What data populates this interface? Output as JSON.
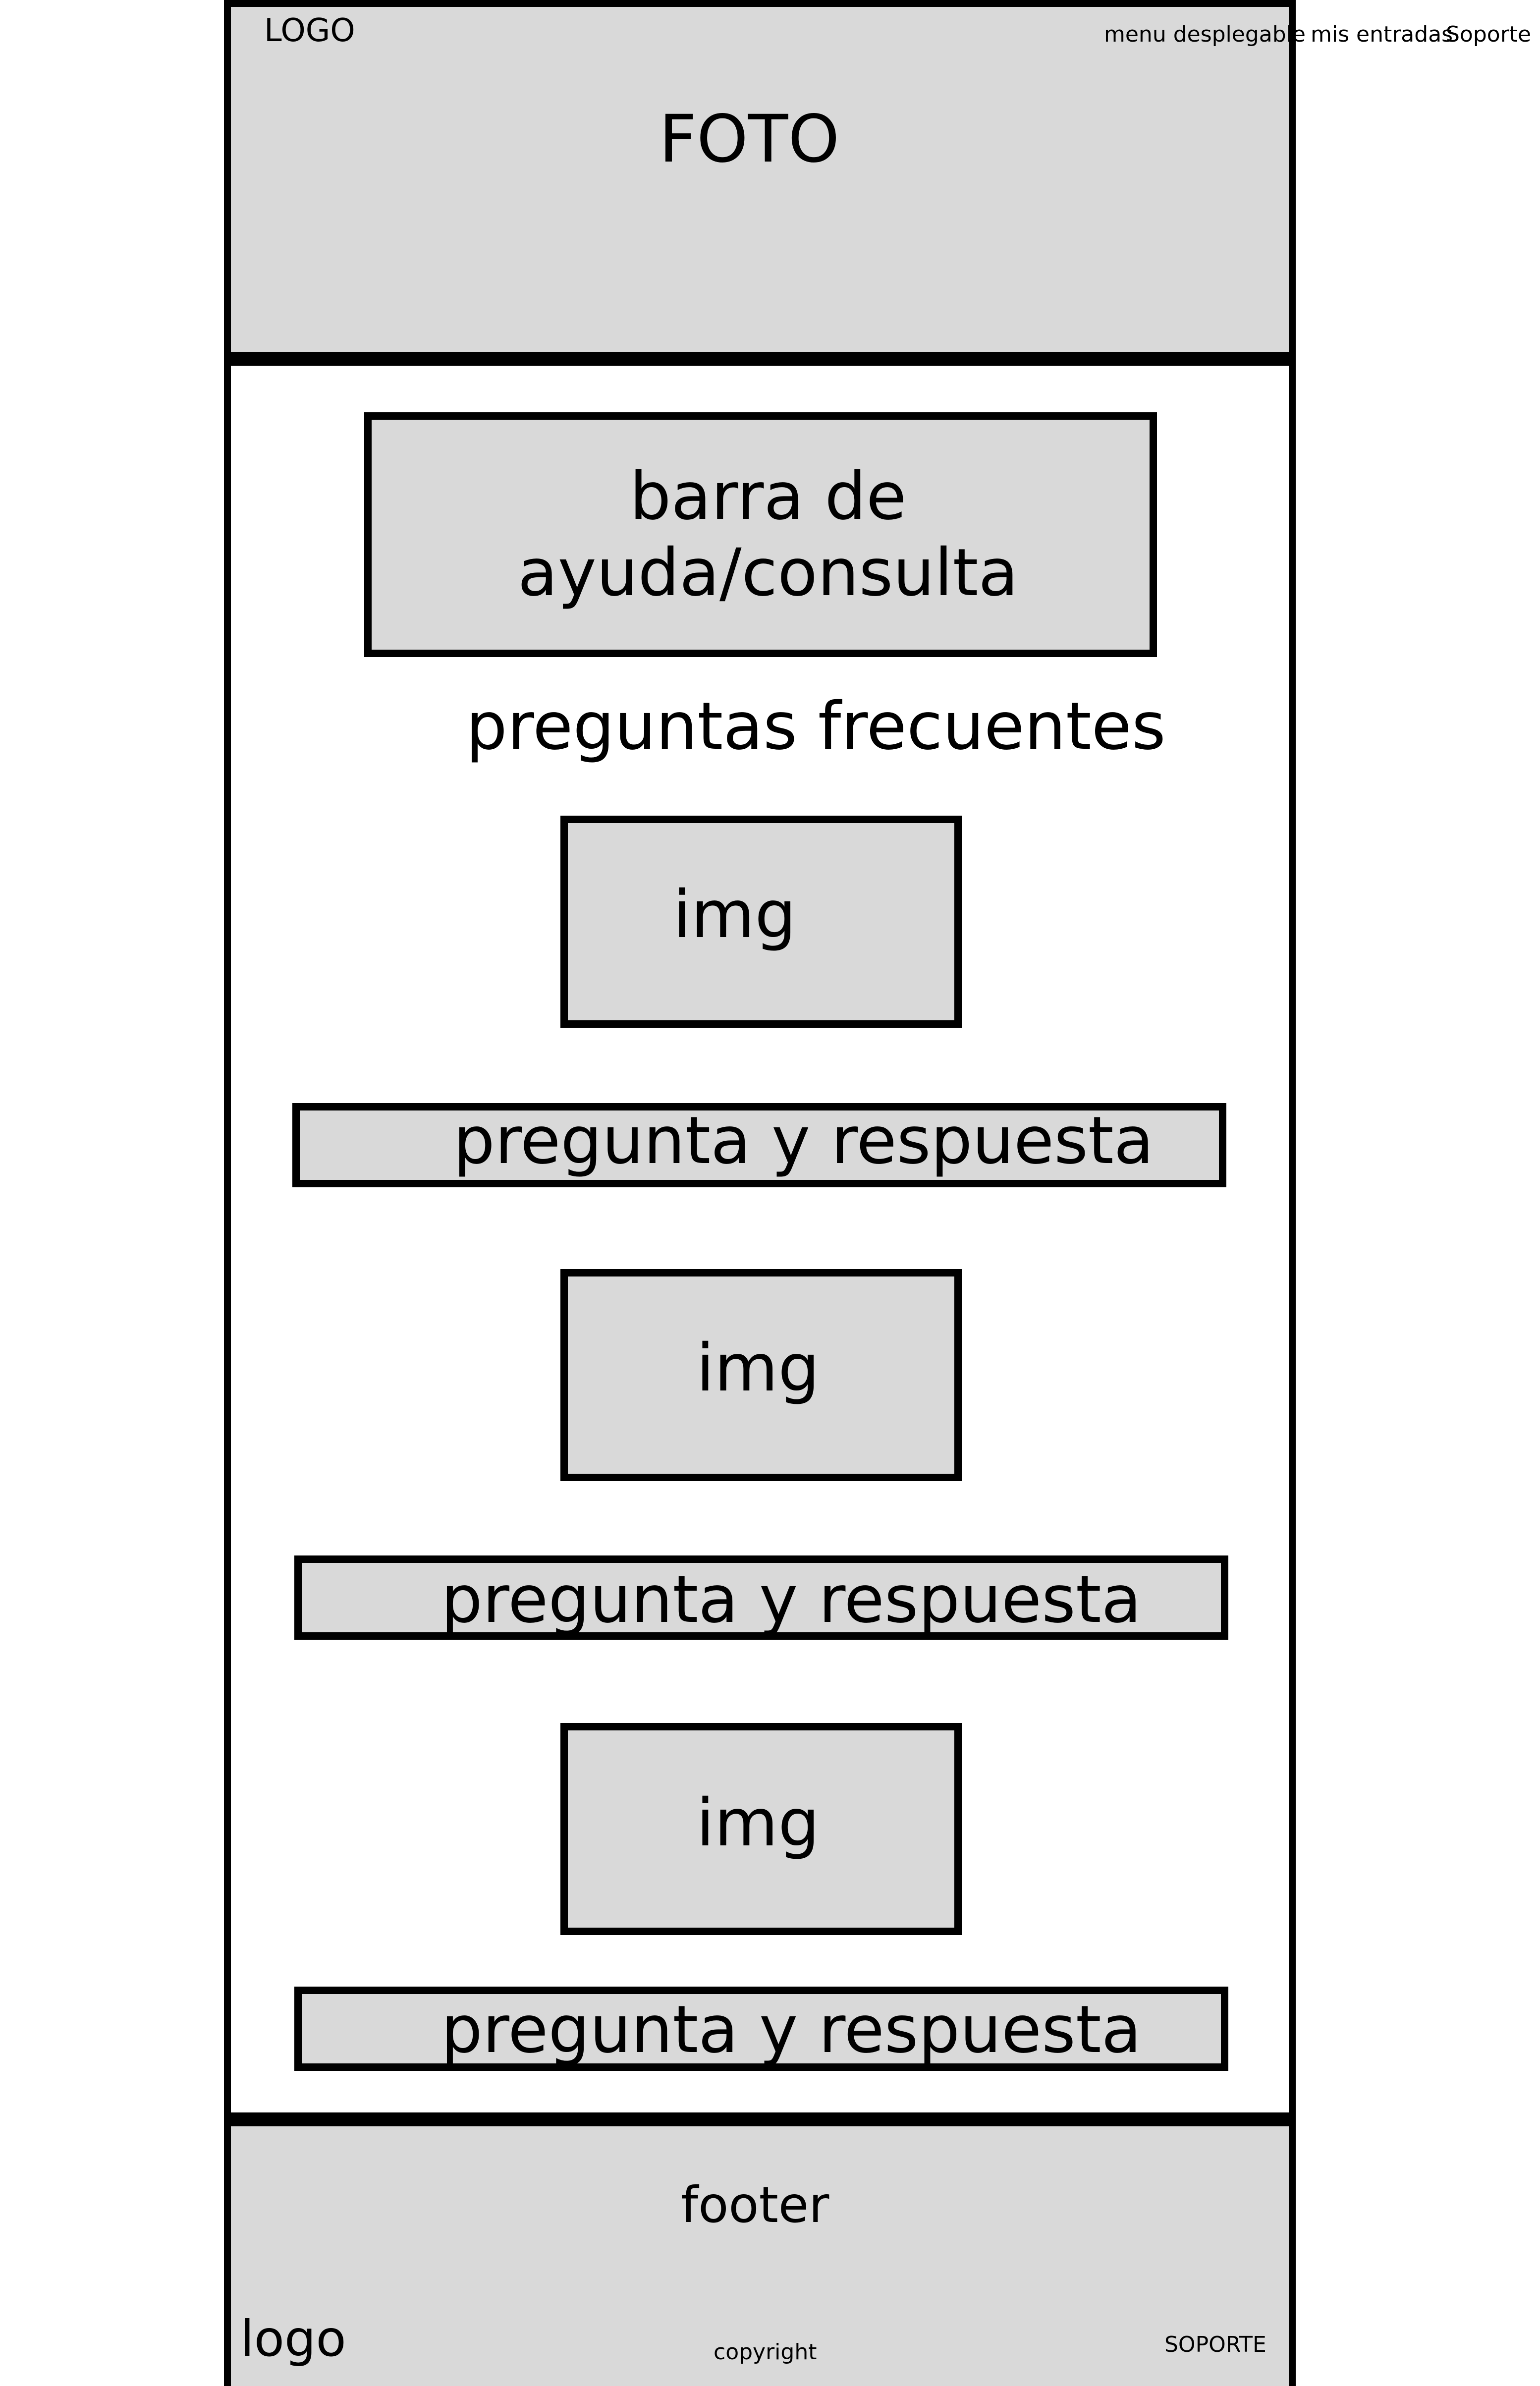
{
  "header": {
    "logo_label": "LOGO",
    "photo_label": "FOTO",
    "nav": {
      "menu": "menu desplegable",
      "entries": "mis entradas",
      "support": "Soporte"
    }
  },
  "main": {
    "help_bar_label_line1": "barra de",
    "help_bar_label_line2": "ayuda/consulta",
    "faq_title": "preguntas frecuentes",
    "faq_items": [
      {
        "img_label": "img",
        "qa_label": "pregunta y respuesta"
      },
      {
        "img_label": "img",
        "qa_label": "pregunta y respuesta"
      },
      {
        "img_label": "img",
        "qa_label": "pregunta y respuesta"
      }
    ]
  },
  "footer": {
    "title": "footer",
    "logo_label": "logo",
    "copyright": "copyright",
    "support": "SOPORTE"
  }
}
